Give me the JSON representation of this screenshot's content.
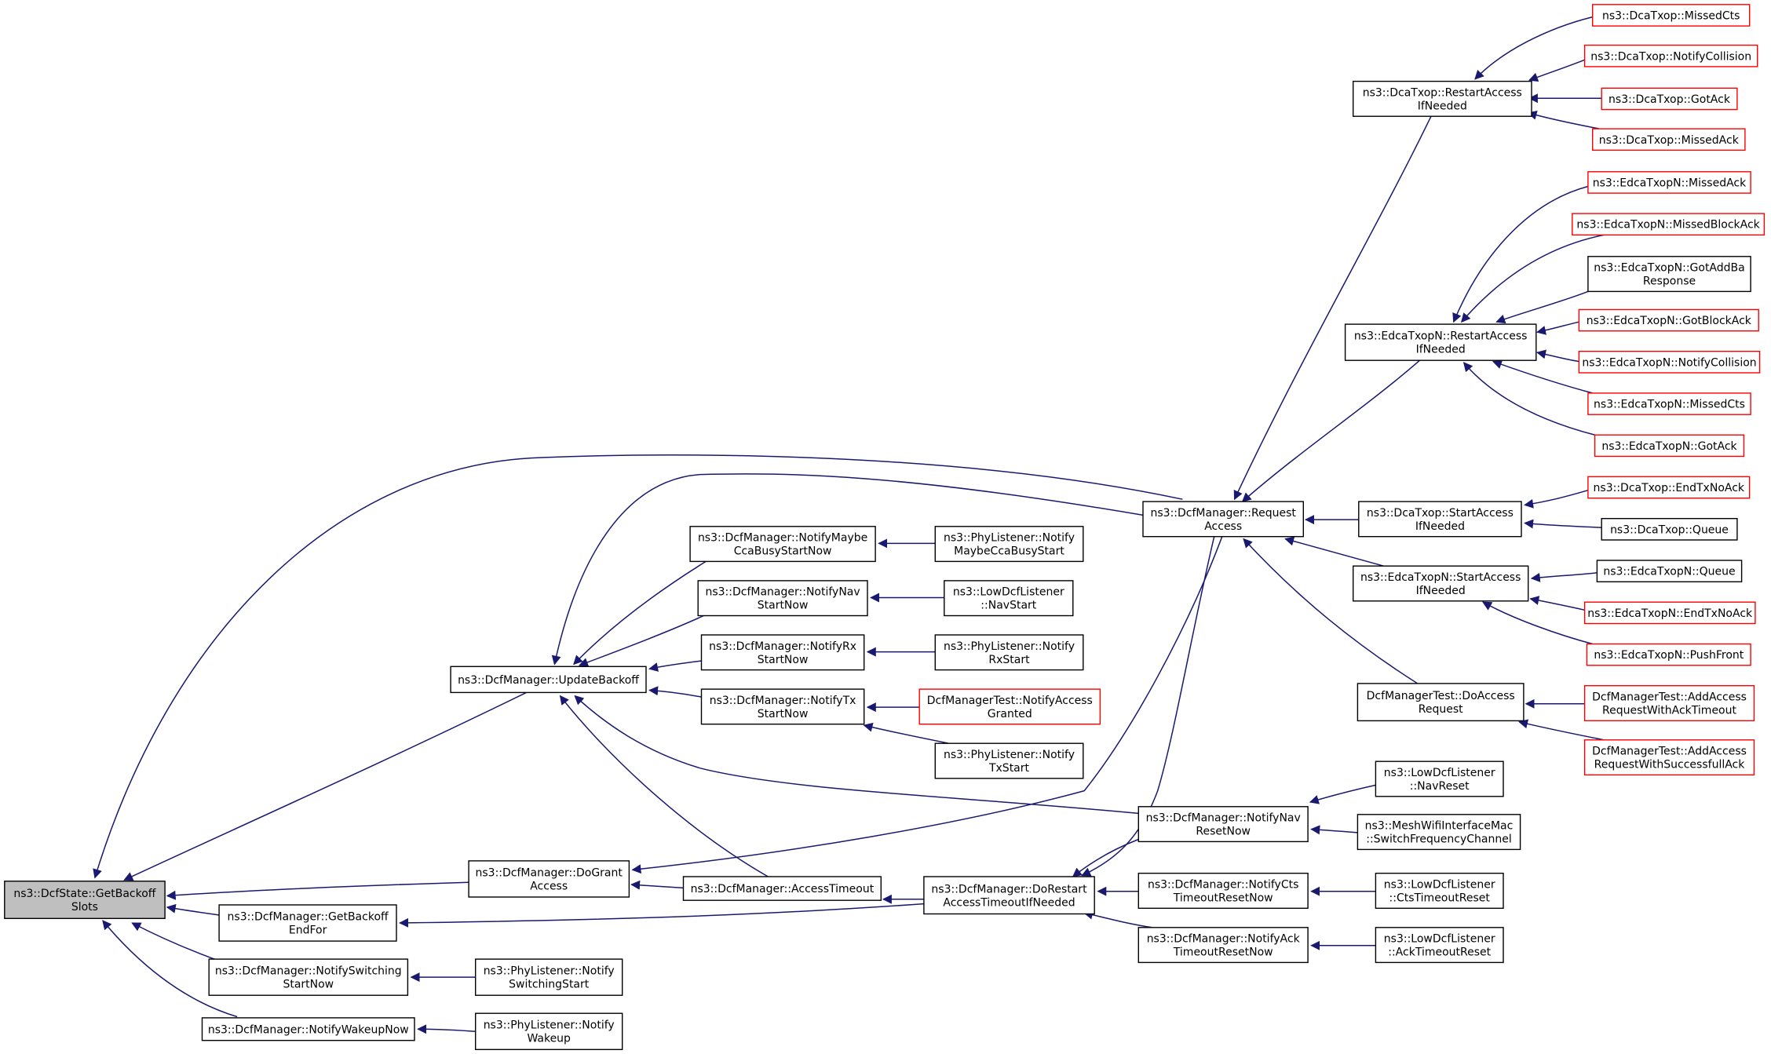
{
  "colors": {
    "edge": "#191970",
    "box": "#000000",
    "red_box": "#ff0000",
    "root_fill": "#bfbfbf",
    "background": "#ffffff"
  },
  "nodes": [
    {
      "id": "root",
      "lines": [
        "ns3::DcfState::GetBackoff",
        "Slots"
      ],
      "style": "root"
    },
    {
      "id": "updateBackoff",
      "lines": [
        "ns3::DcfManager::UpdateBackoff"
      ],
      "style": "black"
    },
    {
      "id": "doGrant",
      "lines": [
        "ns3::DcfManager::DoGrant",
        "Access"
      ],
      "style": "black"
    },
    {
      "id": "getBackoffEndFor",
      "lines": [
        "ns3::DcfManager::GetBackoff",
        "EndFor"
      ],
      "style": "black"
    },
    {
      "id": "notifySwitching",
      "lines": [
        "ns3::DcfManager::NotifySwitching",
        "StartNow"
      ],
      "style": "black"
    },
    {
      "id": "notifyWakeup",
      "lines": [
        "ns3::DcfManager::NotifyWakeupNow"
      ],
      "style": "black"
    },
    {
      "id": "plSwitching",
      "lines": [
        "ns3::PhyListener::Notify",
        "SwitchingStart"
      ],
      "style": "black"
    },
    {
      "id": "plWakeup",
      "lines": [
        "ns3::PhyListener::Notify",
        "Wakeup"
      ],
      "style": "black"
    },
    {
      "id": "accessTimeout",
      "lines": [
        "ns3::DcfManager::AccessTimeout"
      ],
      "style": "black"
    },
    {
      "id": "doRestart",
      "lines": [
        "ns3::DcfManager::DoRestart",
        "AccessTimeoutIfNeeded"
      ],
      "style": "black"
    },
    {
      "id": "notifyMaybeCca",
      "lines": [
        "ns3::DcfManager::NotifyMaybe",
        "CcaBusyStartNow"
      ],
      "style": "black"
    },
    {
      "id": "notifyNavStart",
      "lines": [
        "ns3::DcfManager::NotifyNav",
        "StartNow"
      ],
      "style": "black"
    },
    {
      "id": "notifyRxStart",
      "lines": [
        "ns3::DcfManager::NotifyRx",
        "StartNow"
      ],
      "style": "black"
    },
    {
      "id": "notifyTxStart",
      "lines": [
        "ns3::DcfManager::NotifyTx",
        "StartNow"
      ],
      "style": "black"
    },
    {
      "id": "plMaybeCca",
      "lines": [
        "ns3::PhyListener::Notify",
        "MaybeCcaBusyStart"
      ],
      "style": "black"
    },
    {
      "id": "lowNavStart",
      "lines": [
        "ns3::LowDcfListener",
        "::NavStart"
      ],
      "style": "black"
    },
    {
      "id": "plRxStart",
      "lines": [
        "ns3::PhyListener::Notify",
        "RxStart"
      ],
      "style": "black"
    },
    {
      "id": "dmtNotifyAccessGranted",
      "lines": [
        "DcfManagerTest::NotifyAccess",
        "Granted"
      ],
      "style": "red"
    },
    {
      "id": "plTxStart",
      "lines": [
        "ns3::PhyListener::Notify",
        "TxStart"
      ],
      "style": "black"
    },
    {
      "id": "requestAccess",
      "lines": [
        "ns3::DcfManager::Request",
        "Access"
      ],
      "style": "black"
    },
    {
      "id": "notifyNavReset",
      "lines": [
        "ns3::DcfManager::NotifyNav",
        "ResetNow"
      ],
      "style": "black"
    },
    {
      "id": "notifyCtsReset",
      "lines": [
        "ns3::DcfManager::NotifyCts",
        "TimeoutResetNow"
      ],
      "style": "black"
    },
    {
      "id": "notifyAckReset",
      "lines": [
        "ns3::DcfManager::NotifyAck",
        "TimeoutResetNow"
      ],
      "style": "black"
    },
    {
      "id": "lowNavReset",
      "lines": [
        "ns3::LowDcfListener",
        "::NavReset"
      ],
      "style": "black"
    },
    {
      "id": "meshSwitch",
      "lines": [
        "ns3::MeshWifiInterfaceMac",
        "::SwitchFrequencyChannel"
      ],
      "style": "black"
    },
    {
      "id": "lowCtsReset",
      "lines": [
        "ns3::LowDcfListener",
        "::CtsTimeoutReset"
      ],
      "style": "black"
    },
    {
      "id": "lowAckReset",
      "lines": [
        "ns3::LowDcfListener",
        "::AckTimeoutReset"
      ],
      "style": "black"
    },
    {
      "id": "dcaRestart",
      "lines": [
        "ns3::DcaTxop::RestartAccess",
        "IfNeeded"
      ],
      "style": "black"
    },
    {
      "id": "edcaRestart",
      "lines": [
        "ns3::EdcaTxopN::RestartAccess",
        "IfNeeded"
      ],
      "style": "black"
    },
    {
      "id": "dcaStart",
      "lines": [
        "ns3::DcaTxop::StartAccess",
        "IfNeeded"
      ],
      "style": "black"
    },
    {
      "id": "edcaStart",
      "lines": [
        "ns3::EdcaTxopN::StartAccess",
        "IfNeeded"
      ],
      "style": "black"
    },
    {
      "id": "dmtDoAccess",
      "lines": [
        "DcfManagerTest::DoAccess",
        "Request"
      ],
      "style": "black"
    },
    {
      "id": "dcaMissedCts",
      "lines": [
        "ns3::DcaTxop::MissedCts"
      ],
      "style": "red"
    },
    {
      "id": "dcaNotifyCollision",
      "lines": [
        "ns3::DcaTxop::NotifyCollision"
      ],
      "style": "red"
    },
    {
      "id": "dcaGotAck",
      "lines": [
        "ns3::DcaTxop::GotAck"
      ],
      "style": "red"
    },
    {
      "id": "dcaMissedAck",
      "lines": [
        "ns3::DcaTxop::MissedAck"
      ],
      "style": "red"
    },
    {
      "id": "edcaMissedAck",
      "lines": [
        "ns3::EdcaTxopN::MissedAck"
      ],
      "style": "red"
    },
    {
      "id": "edcaMissedBlockAck",
      "lines": [
        "ns3::EdcaTxopN::MissedBlockAck"
      ],
      "style": "red"
    },
    {
      "id": "edcaGotAddBa",
      "lines": [
        "ns3::EdcaTxopN::GotAddBa",
        "Response"
      ],
      "style": "black"
    },
    {
      "id": "edcaGotBlockAck",
      "lines": [
        "ns3::EdcaTxopN::GotBlockAck"
      ],
      "style": "red"
    },
    {
      "id": "edcaNotifyCollision",
      "lines": [
        "ns3::EdcaTxopN::NotifyCollision"
      ],
      "style": "red"
    },
    {
      "id": "edcaMissedCts",
      "lines": [
        "ns3::EdcaTxopN::MissedCts"
      ],
      "style": "red"
    },
    {
      "id": "edcaGotAck",
      "lines": [
        "ns3::EdcaTxopN::GotAck"
      ],
      "style": "red"
    },
    {
      "id": "dcaEndTxNoAck",
      "lines": [
        "ns3::DcaTxop::EndTxNoAck"
      ],
      "style": "red"
    },
    {
      "id": "dcaQueue",
      "lines": [
        "ns3::DcaTxop::Queue"
      ],
      "style": "black"
    },
    {
      "id": "edcaQueue",
      "lines": [
        "ns3::EdcaTxopN::Queue"
      ],
      "style": "black"
    },
    {
      "id": "edcaEndTxNoAck",
      "lines": [
        "ns3::EdcaTxopN::EndTxNoAck"
      ],
      "style": "red"
    },
    {
      "id": "edcaPushFront",
      "lines": [
        "ns3::EdcaTxopN::PushFront"
      ],
      "style": "red"
    },
    {
      "id": "dmtAddAckTimeout",
      "lines": [
        "DcfManagerTest::AddAccess",
        "RequestWithAckTimeout"
      ],
      "style": "red"
    },
    {
      "id": "dmtAddSuccessfullAck",
      "lines": [
        "DcfManagerTest::AddAccess",
        "RequestWithSuccessfullAck"
      ],
      "style": "red"
    }
  ],
  "edges": [
    {
      "from": "requestAccess",
      "to": "root"
    },
    {
      "from": "updateBackoff",
      "to": "root"
    },
    {
      "from": "doGrant",
      "to": "root"
    },
    {
      "from": "getBackoffEndFor",
      "to": "root"
    },
    {
      "from": "notifySwitching",
      "to": "root"
    },
    {
      "from": "notifyWakeup",
      "to": "root"
    },
    {
      "from": "requestAccess",
      "to": "updateBackoff"
    },
    {
      "from": "notifyMaybeCca",
      "to": "updateBackoff"
    },
    {
      "from": "notifyNavStart",
      "to": "updateBackoff"
    },
    {
      "from": "notifyRxStart",
      "to": "updateBackoff"
    },
    {
      "from": "notifyTxStart",
      "to": "updateBackoff"
    },
    {
      "from": "notifyNavReset",
      "to": "updateBackoff"
    },
    {
      "from": "accessTimeout",
      "to": "updateBackoff"
    },
    {
      "from": "accessTimeout",
      "to": "doGrant"
    },
    {
      "from": "requestAccess",
      "to": "doGrant"
    },
    {
      "from": "doRestart",
      "to": "getBackoffEndFor"
    },
    {
      "from": "plSwitching",
      "to": "notifySwitching"
    },
    {
      "from": "plWakeup",
      "to": "notifyWakeup"
    },
    {
      "from": "doRestart",
      "to": "accessTimeout"
    },
    {
      "from": "plMaybeCca",
      "to": "notifyMaybeCca"
    },
    {
      "from": "lowNavStart",
      "to": "notifyNavStart"
    },
    {
      "from": "plRxStart",
      "to": "notifyRxStart"
    },
    {
      "from": "dmtNotifyAccessGranted",
      "to": "notifyTxStart"
    },
    {
      "from": "plTxStart",
      "to": "notifyTxStart"
    },
    {
      "from": "requestAccess",
      "to": "doRestart"
    },
    {
      "from": "notifyNavReset",
      "to": "doRestart"
    },
    {
      "from": "notifyCtsReset",
      "to": "doRestart"
    },
    {
      "from": "notifyAckReset",
      "to": "doRestart"
    },
    {
      "from": "dcaRestart",
      "to": "requestAccess"
    },
    {
      "from": "edcaRestart",
      "to": "requestAccess"
    },
    {
      "from": "dcaStart",
      "to": "requestAccess"
    },
    {
      "from": "edcaStart",
      "to": "requestAccess"
    },
    {
      "from": "dmtDoAccess",
      "to": "requestAccess"
    },
    {
      "from": "lowNavReset",
      "to": "notifyNavReset"
    },
    {
      "from": "meshSwitch",
      "to": "notifyNavReset"
    },
    {
      "from": "lowCtsReset",
      "to": "notifyCtsReset"
    },
    {
      "from": "lowAckReset",
      "to": "notifyAckReset"
    },
    {
      "from": "dcaMissedCts",
      "to": "dcaRestart"
    },
    {
      "from": "dcaNotifyCollision",
      "to": "dcaRestart"
    },
    {
      "from": "dcaGotAck",
      "to": "dcaRestart"
    },
    {
      "from": "dcaMissedAck",
      "to": "dcaRestart"
    },
    {
      "from": "edcaMissedAck",
      "to": "edcaRestart"
    },
    {
      "from": "edcaMissedBlockAck",
      "to": "edcaRestart"
    },
    {
      "from": "edcaGotAddBa",
      "to": "edcaRestart"
    },
    {
      "from": "edcaGotBlockAck",
      "to": "edcaRestart"
    },
    {
      "from": "edcaNotifyCollision",
      "to": "edcaRestart"
    },
    {
      "from": "edcaMissedCts",
      "to": "edcaRestart"
    },
    {
      "from": "edcaGotAck",
      "to": "edcaRestart"
    },
    {
      "from": "dcaEndTxNoAck",
      "to": "dcaStart"
    },
    {
      "from": "dcaQueue",
      "to": "dcaStart"
    },
    {
      "from": "edcaQueue",
      "to": "edcaStart"
    },
    {
      "from": "edcaEndTxNoAck",
      "to": "edcaStart"
    },
    {
      "from": "edcaPushFront",
      "to": "edcaStart"
    },
    {
      "from": "dmtAddAckTimeout",
      "to": "dmtDoAccess"
    },
    {
      "from": "dmtAddSuccessfullAck",
      "to": "dmtDoAccess"
    }
  ]
}
